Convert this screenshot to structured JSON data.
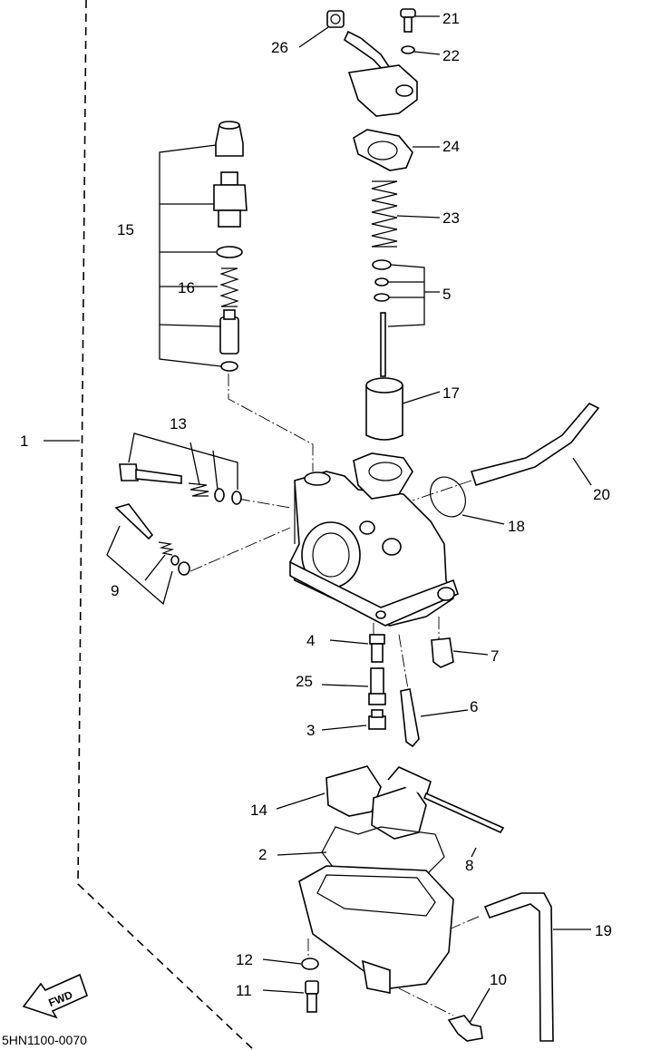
{
  "diagram": {
    "code": "5HN1100-0070",
    "fwd_label": "FWD",
    "callouts": {
      "c1": "1",
      "c2": "2",
      "c3": "3",
      "c4": "4",
      "c5": "5",
      "c6": "6",
      "c7": "7",
      "c8": "8",
      "c9": "9",
      "c10": "10",
      "c11": "11",
      "c12": "12",
      "c13": "13",
      "c14": "14",
      "c15": "15",
      "c16": "16",
      "c17": "17",
      "c18": "18",
      "c19": "19",
      "c20": "20",
      "c21": "21",
      "c22": "22",
      "c23": "23",
      "c24": "24",
      "c25": "25",
      "c26": "26"
    }
  }
}
